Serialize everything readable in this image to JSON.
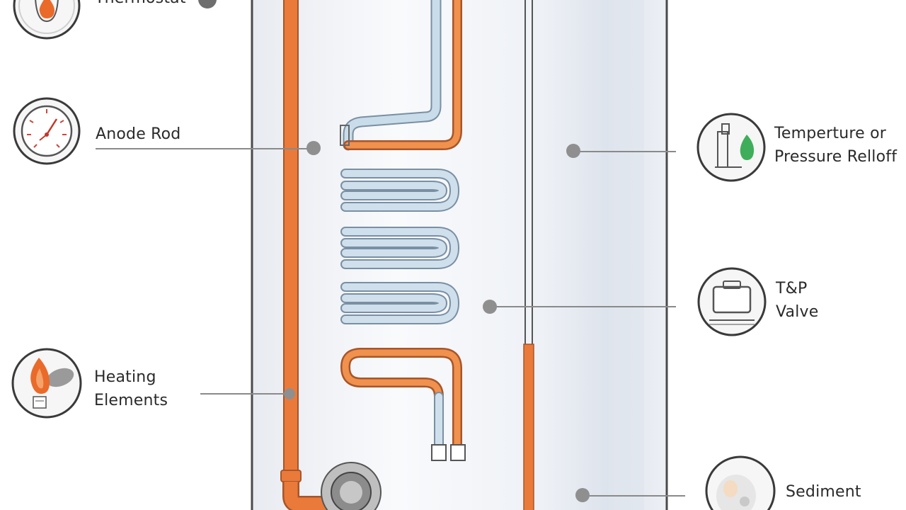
{
  "labels": {
    "thermostat": "Thermostat",
    "anode_rod": "Anode Rod",
    "heating_elements": [
      "Heating",
      "Elements"
    ],
    "temp_pressure": [
      "Temperture or",
      "Pressure Relloff"
    ],
    "tp_valve": [
      "T&P",
      "Valve"
    ],
    "sediment": "Sediment"
  },
  "icons": {
    "thermostat": "flame-icon",
    "anode_rod": "gauge-icon",
    "heating_elements": "heating-element-icon",
    "temp_pressure": "relief-valve-icon",
    "tp_valve": "valve-icon",
    "sediment": "sediment-icon"
  },
  "colors": {
    "tank": "#eef1f6",
    "tank_outline": "#4a4a4a",
    "copper_pipe": "#ea7a3a",
    "blue_pipe": "#b6cfe3",
    "leader_line": "#8a8a8a",
    "marker": "#8f8f8f",
    "icon_bg": "#f6f6f6"
  }
}
